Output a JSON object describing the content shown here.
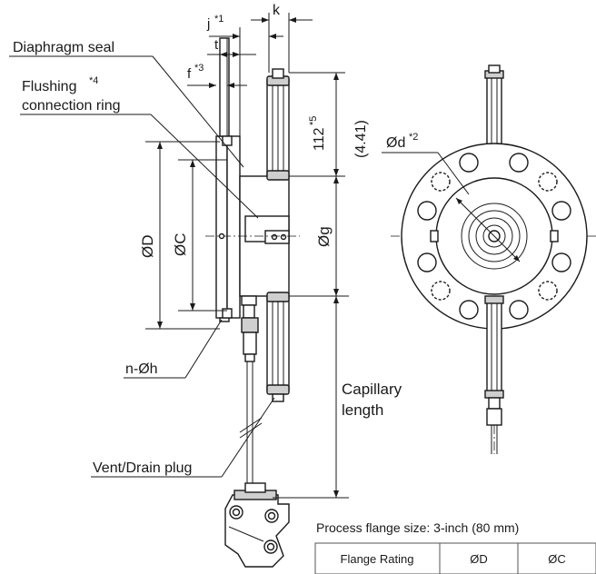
{
  "labels": {
    "j": "j",
    "j_note": "*1",
    "k": "k",
    "t": "t",
    "f": "f",
    "f_note": "*3",
    "diaphragm_seal": "Diaphragm seal",
    "flushing": "Flushing",
    "flushing_note": "*4",
    "connection_ring": "connection ring",
    "dim_112": "112",
    "dim_112_note": "*5",
    "dim_441": "(4.41)",
    "od": "Ød",
    "od_note": "*2",
    "phi_D": "ØD",
    "phi_C": "ØC",
    "phi_g": "Øg",
    "n_phi_h": "n-Øh",
    "capillary": "Capillary",
    "length": "length",
    "vent_drain": "Vent/Drain plug"
  },
  "table": {
    "caption": "Process flange size: 3-inch (80 mm)",
    "headers": [
      "Flange Rating",
      "ØD",
      "ØC"
    ]
  }
}
